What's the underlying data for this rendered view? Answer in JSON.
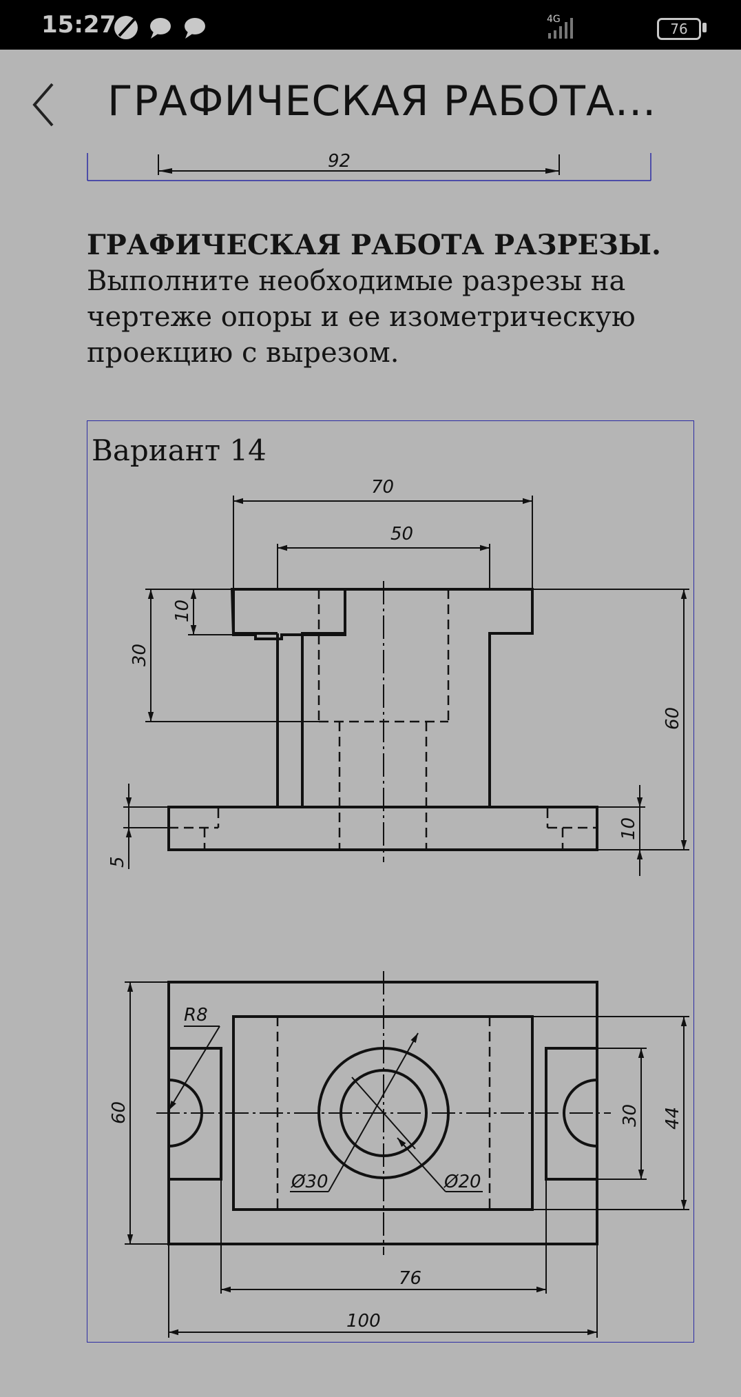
{
  "status": {
    "time": "15:27",
    "network": "4G",
    "battery": "76"
  },
  "header": {
    "title": "ГРАФИЧЕСКАЯ РАБОТА..."
  },
  "prev_figure": {
    "dimension": "92"
  },
  "article": {
    "heading": "ГРАФИЧЕСКАЯ РАБОТА  РАЗРЕЗЫ.",
    "body": "Выполните необходимые разрезы на чертеже опоры и ее изометрическую проекцию с вырезом."
  },
  "figure": {
    "variant": "Вариант 14",
    "front_view_dims": {
      "d70": "70",
      "d50": "50",
      "d10_top": "10",
      "d30": "30",
      "d60": "60",
      "d5": "5",
      "d10_base": "10"
    },
    "top_view_dims": {
      "r8": "R8",
      "d60": "60",
      "d30": "30",
      "d44": "44",
      "phi30": "Ø30",
      "phi20": "Ø20",
      "d76": "76",
      "d100": "100"
    }
  }
}
